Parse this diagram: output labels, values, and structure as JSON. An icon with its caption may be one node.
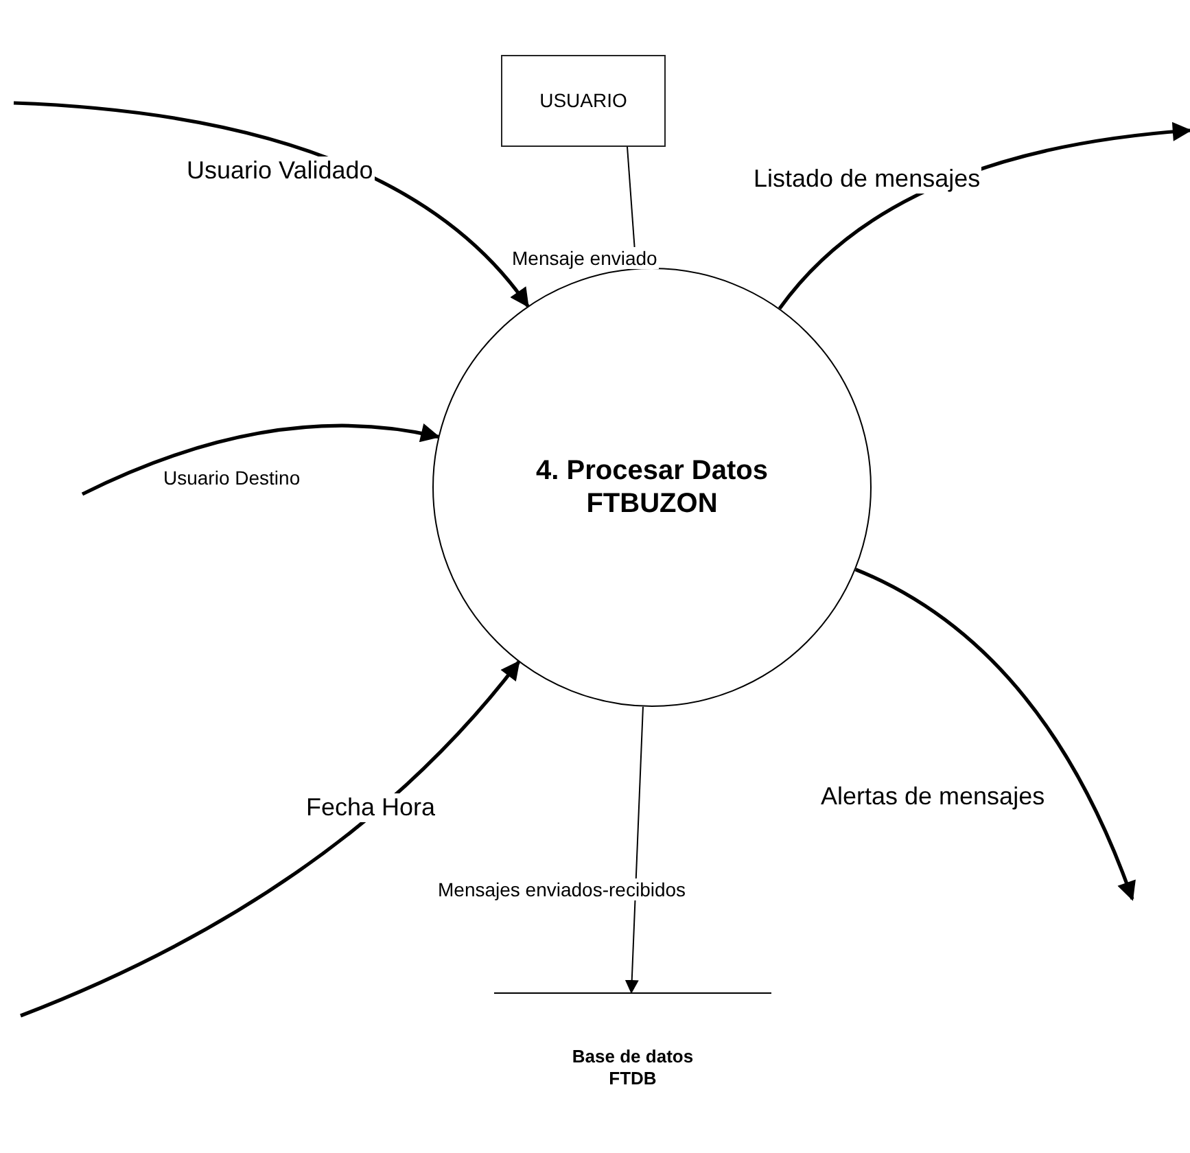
{
  "diagram": {
    "nodes": [
      {
        "text": [
          "USUARIO"
        ]
      },
      {
        "text": [
          "4. Procesar Datos FTBUZON"
        ]
      },
      {
        "text": [
          "Base de datos FTDB"
        ]
      }
    ],
    "edges": [
      {
        "from": 0,
        "to": 1,
        "arrow": "to",
        "label": "Mensaje enviado"
      },
      {
        "from": null,
        "to": 1,
        "arrow": "to",
        "label": "Usuario Validado"
      },
      {
        "from": null,
        "to": 1,
        "arrow": "to",
        "label": "Usuario Destino"
      },
      {
        "from": null,
        "to": 1,
        "arrow": "to",
        "label": "Fecha Hora"
      },
      {
        "from": 1,
        "to": null,
        "arrow": "to",
        "label": "Listado de mensajes"
      },
      {
        "from": 1,
        "to": null,
        "arrow": "to",
        "label": "Alertas de mensajes"
      },
      {
        "from": 1,
        "to": 2,
        "arrow": "to",
        "label": "Mensajes enviados-recibidos"
      }
    ]
  }
}
